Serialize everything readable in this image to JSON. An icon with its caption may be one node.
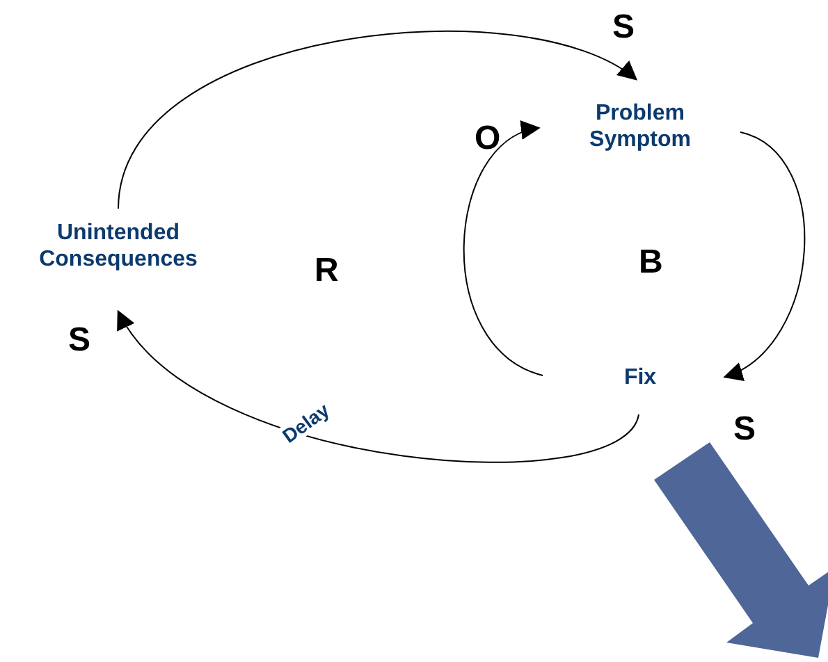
{
  "diagram": {
    "nodes": [
      {
        "text": [
          "Problem Symptom"
        ]
      },
      {
        "text": [
          "Fix"
        ]
      },
      {
        "text": [
          "Unintended Consequences"
        ]
      }
    ],
    "edges": [
      {
        "from": 0,
        "to": 1,
        "arrow": "to"
      },
      {
        "from": 1,
        "to": 0,
        "arrow": "to"
      },
      {
        "from": 1,
        "to": 2,
        "arrow": "to",
        "label": "Delay"
      },
      {
        "from": 2,
        "to": 0,
        "arrow": "to"
      }
    ],
    "labels": [
      "S",
      "O",
      "R",
      "B",
      "S",
      "S"
    ]
  }
}
